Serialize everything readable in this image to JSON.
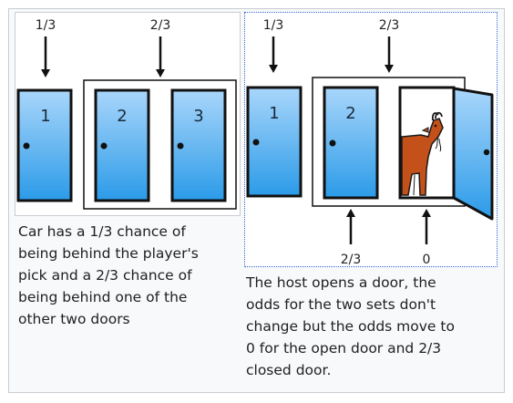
{
  "left_panel": {
    "prob_single": "1/3",
    "prob_pair": "2/3",
    "door_numbers": [
      "1",
      "2",
      "3"
    ],
    "caption": "Car has a 1/3 chance of\nbeing behind the player's\npick and a 2/3 chance of\nbeing behind one of the\nother two doors"
  },
  "right_panel": {
    "prob_single": "1/3",
    "prob_pair": "2/3",
    "door_numbers": [
      "1",
      "2"
    ],
    "prob_closed_door": "2/3",
    "prob_open_door": "0",
    "caption": "The host opens a door, the\nodds for the two sets don't\nchange but the odds move to\n0 for the open door and 2/3\nclosed door."
  },
  "colors": {
    "door_top": "#a9d6fb",
    "door_bottom": "#2b9be8",
    "door_outline": "#111111",
    "goat": "#c4501a"
  }
}
